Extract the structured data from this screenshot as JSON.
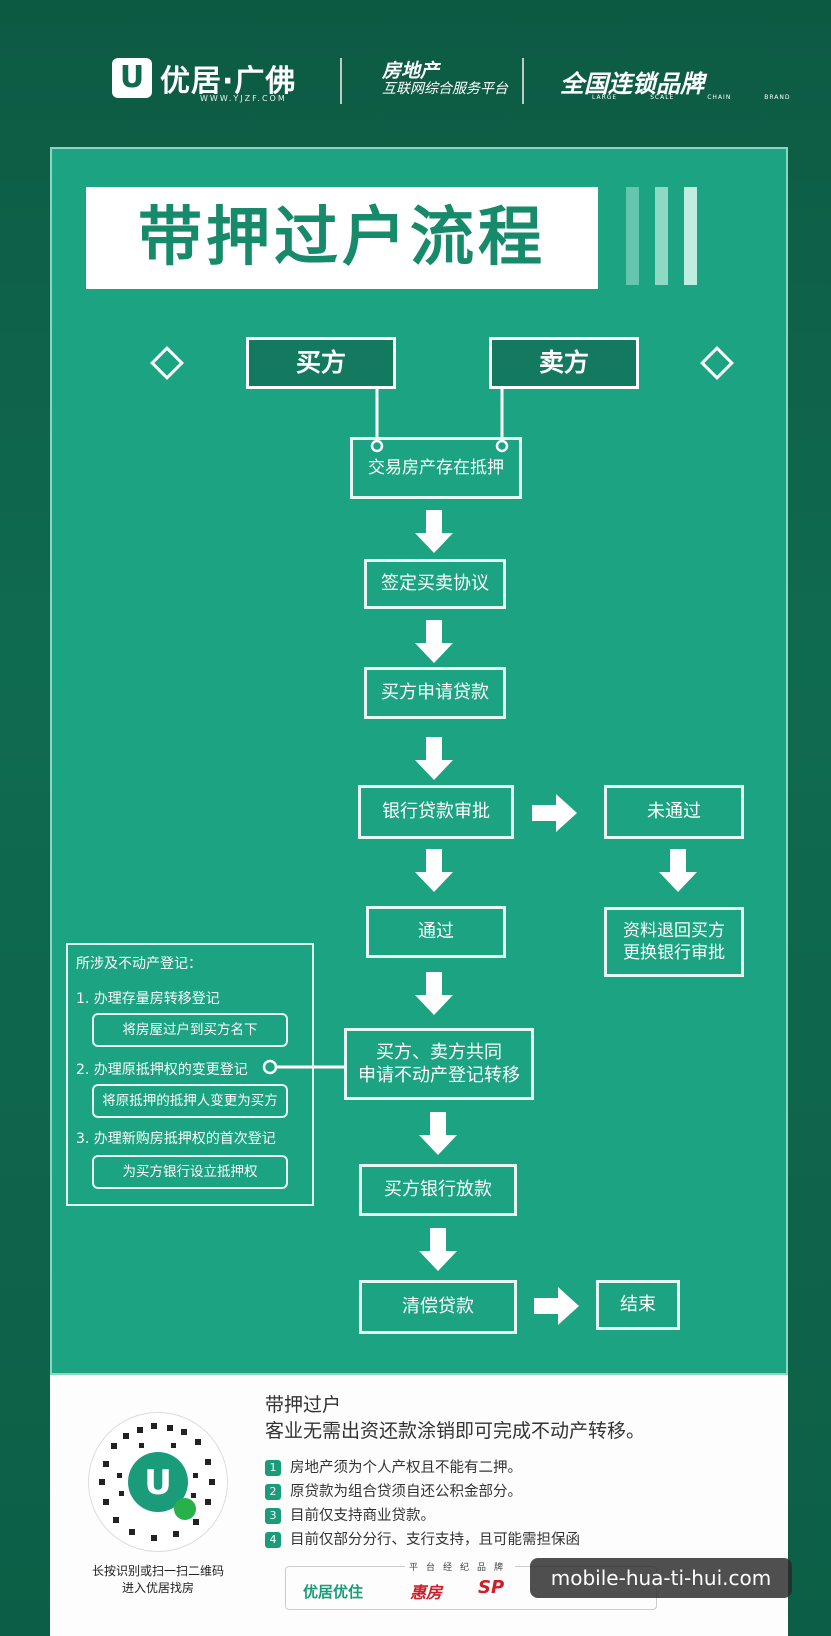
{
  "header": {
    "logo_letter": "U",
    "brand": "优居·广佛",
    "url": "WWW.YJZF.COM",
    "platform_line1": "房地产",
    "platform_line2": "互联网综合服务平台",
    "chain": "全国连锁品牌",
    "chain_sub": "LARGE SCALE CHAIN BRAND"
  },
  "title": "带押过户流程",
  "flow": {
    "buyer": "买方",
    "seller": "卖方",
    "steps": [
      "交易房产存在抵押",
      "签定买卖协议",
      "买方申请贷款",
      "银行贷款审批",
      "通过",
      "买方、卖方共同\n申请不动产登记转移",
      "买方银行放款",
      "清偿贷款"
    ],
    "reject": "未通过",
    "reject_result": "资料退回买方\n更换银行审批",
    "end": "结束"
  },
  "registration": {
    "title": "所涉及不动产登记：",
    "items": [
      {
        "label": "1. 办理存量房转移登记",
        "detail": "将房屋过户到买方名下"
      },
      {
        "label": "2. 办理原抵押权的变更登记",
        "detail": "将原抵押的抵押人变更为买方"
      },
      {
        "label": "3. 办理新购房抵押权的首次登记",
        "detail": "为买方银行设立抵押权"
      }
    ]
  },
  "bottom": {
    "qr_caption": "长按识别或扫一扫二维码\n进入优居找房",
    "heading1": "带押过户",
    "heading2": "客业无需出资还款涂销即可完成不动产转移。",
    "notes": [
      "房地产须为个人产权且不能有二押。",
      "原贷款为组合贷须自还公积金部分。",
      "目前仅支持商业贷款。",
      "目前仅部分分行、支行支持，且可能需担保函"
    ],
    "note_numbers": [
      "1",
      "2",
      "3",
      "4"
    ],
    "brands_caption": "平台经纪品牌",
    "brands": [
      "优居优住",
      "惠房",
      "SP"
    ]
  },
  "watermark": "mobile-hua-ti-hui.com",
  "colors": {
    "panel": "#1ba382",
    "background": "#0f6b50",
    "title_text": "#168a6b"
  }
}
